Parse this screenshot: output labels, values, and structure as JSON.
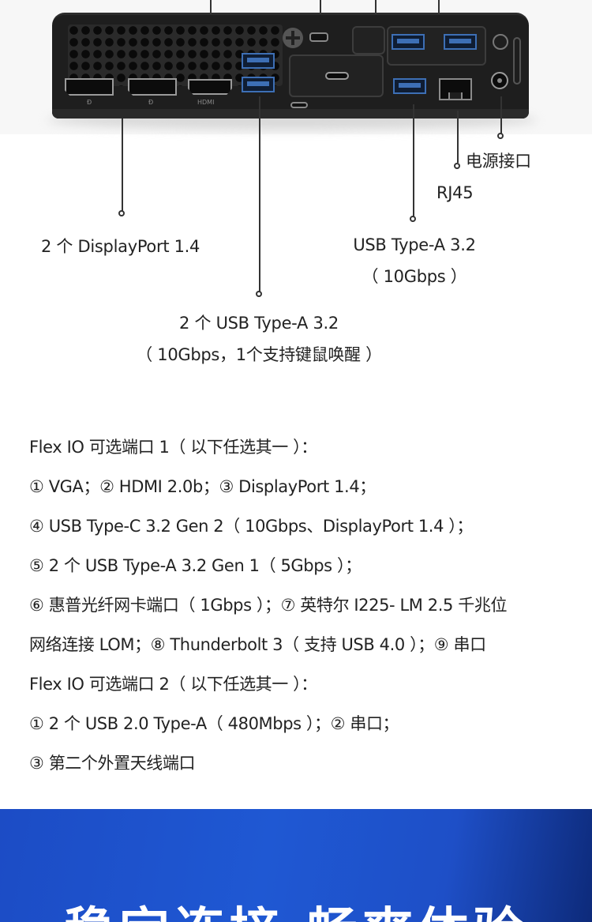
{
  "callouts": {
    "power": "电源接口",
    "rj45": "RJ45",
    "displayport": "2 个 DisplayPort 1.4",
    "usb_a_single_line1": "USB Type-A 3.2",
    "usb_a_single_line2": "（ 10Gbps ）",
    "usb_a_double_line1": "2 个 USB Type-A 3.2",
    "usb_a_double_line2": "（ 10Gbps，1个支持键鼠唤醒 ）"
  },
  "port_markings": {
    "hdmi": "HDMI",
    "dp1": "Ð",
    "dp2": "Ð"
  },
  "spec_lines": [
    "Flex IO 可选端口 1（ 以下任选其一 ）：",
    "① VGA；② HDMI 2.0b；③ DisplayPort 1.4；",
    "④ USB Type-C 3.2 Gen 2（ 10Gbps、DisplayPort 1.4 ）；",
    "⑤ 2 个 USB Type-A 3.2 Gen 1（ 5Gbps ）；",
    "⑥ 惠普光纤网卡端口（ 1Gbps ）；⑦ 英特尔 I225- LM 2.5 千兆位",
    "网络连接 LOM；⑧ Thunderbolt 3（ 支持 USB 4.0 ）；⑨ 串口",
    "Flex IO 可选端口 2（ 以下任选其一 ）：",
    "① 2 个 USB 2.0 Type-A（ 480Mbps ）；② 串口；",
    "③ 第二个外置天线端口"
  ],
  "banner": {
    "title": "稳定连接 畅爽体验",
    "colors": {
      "primary": "#1f58d3",
      "dark": "#0d2a7a"
    }
  }
}
